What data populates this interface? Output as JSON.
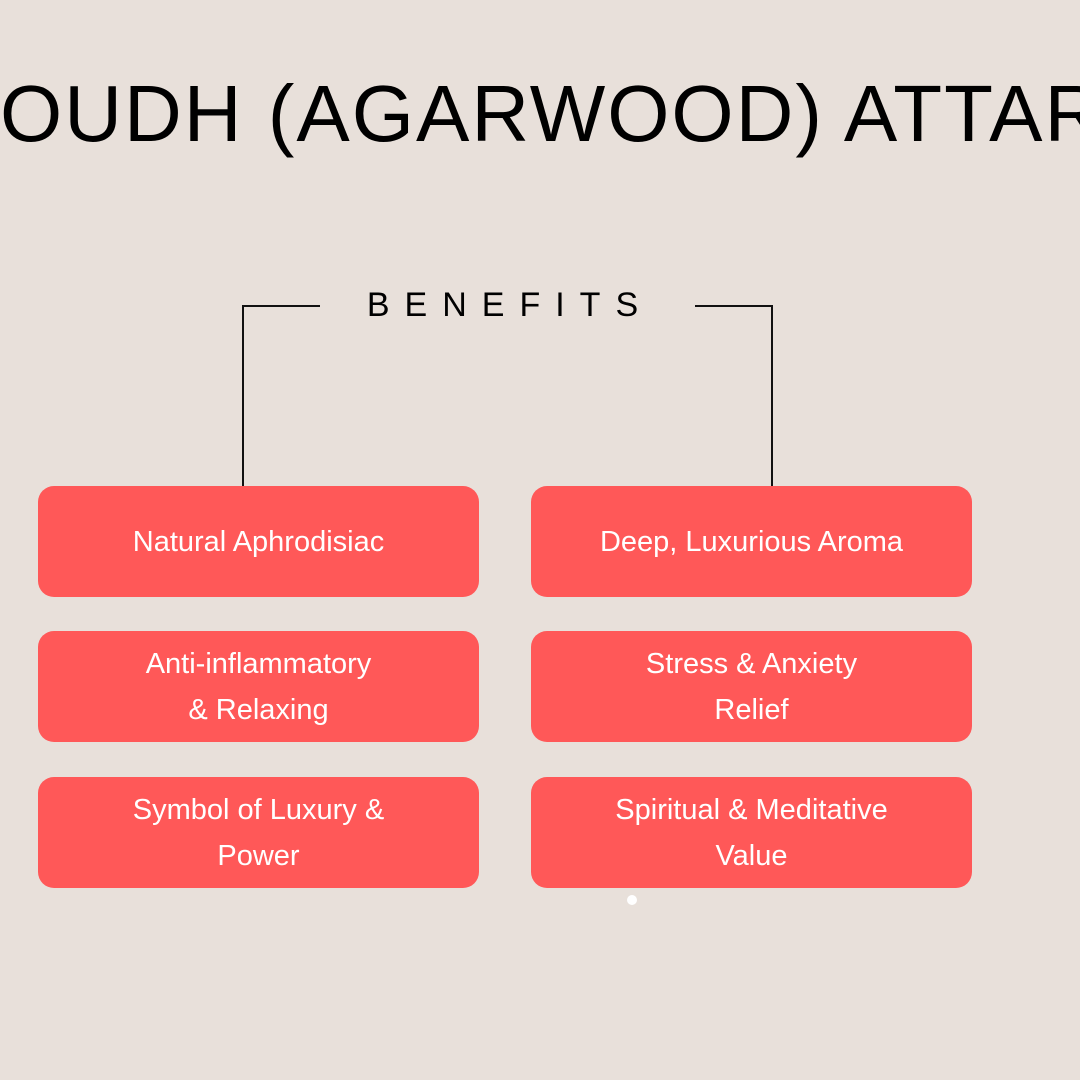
{
  "title": "OUDH (AGARWOOD) ATTAR",
  "section_label": "BENEFITS",
  "colors": {
    "background": "#e8e0da",
    "card": "#ff5858",
    "card_text": "#ffffff"
  },
  "benefits": [
    "Natural Aphrodisiac",
    "Deep, Luxurious Aroma",
    "Anti-inflammatory\n& Relaxing",
    "Stress & Anxiety\nRelief",
    "Symbol of Luxury &\nPower",
    "Spiritual & Meditative\nValue"
  ]
}
